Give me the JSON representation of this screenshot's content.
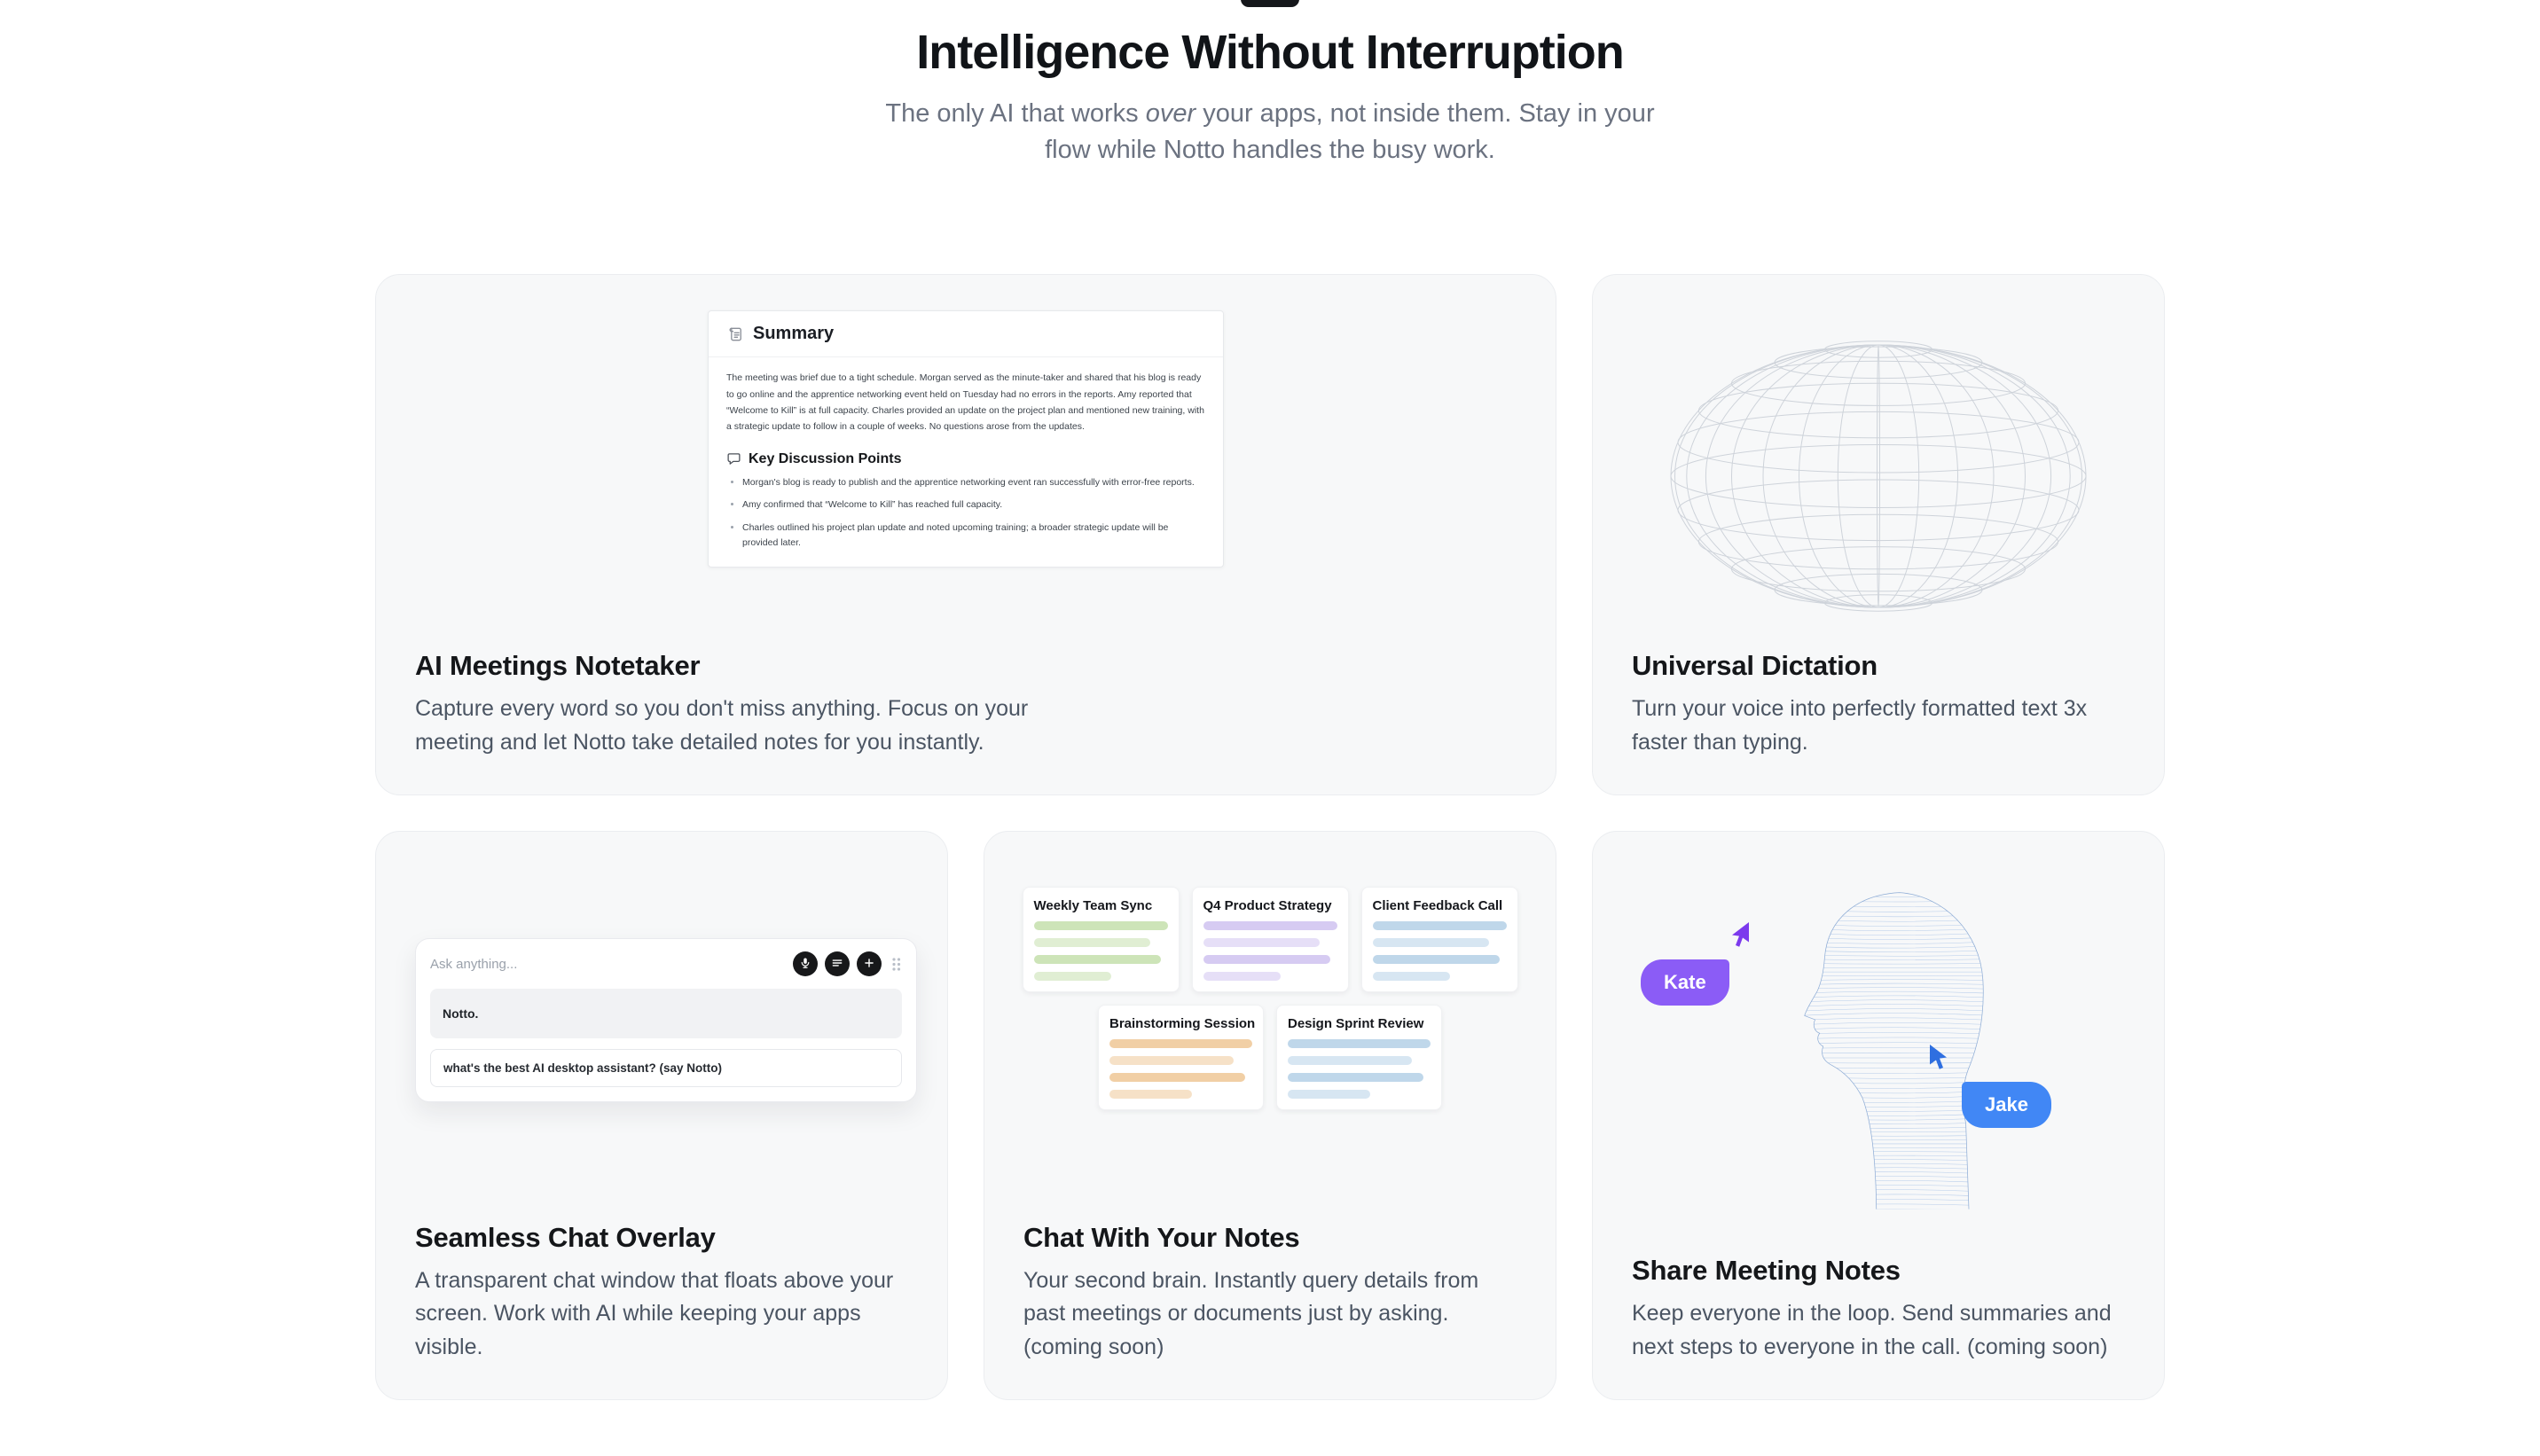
{
  "header": {
    "title": "Intelligence Without Interruption",
    "subtitle_prefix": "The only AI that works ",
    "subtitle_italic": "over",
    "subtitle_suffix": " your apps, not inside them. Stay in your flow while Notto handles the busy work."
  },
  "cards": {
    "notetaker": {
      "title": "AI Meetings Notetaker",
      "description": "Capture every word so you don't miss anything. Focus on your meeting and let Notto take detailed notes for you instantly."
    },
    "dictation": {
      "title": "Universal Dictation",
      "description": "Turn your voice into perfectly formatted text 3x faster than typing."
    },
    "overlay": {
      "title": "Seamless Chat Overlay",
      "description": "A transparent chat window that floats above your screen. Work with AI while keeping your apps visible."
    },
    "chat_notes": {
      "title": "Chat With Your Notes",
      "description": "Your second brain. Instantly query details from past meetings or documents just by asking. (coming soon)"
    },
    "share": {
      "title": "Share Meeting Notes",
      "description": "Keep everyone in the loop. Send summaries and next steps to everyone in the call. (coming soon)"
    }
  },
  "summary_doc": {
    "heading": "Summary",
    "body": "The meeting was brief due to a tight schedule. Morgan served as the minute-taker and shared that his blog is ready to go online and the apprentice networking event held on Tuesday had no errors in the reports. Amy reported that “Welcome to Kill” is at full capacity. Charles provided an update on the project plan and mentioned new training, with a strategic update to follow in a couple of weeks. No questions arose from the updates.",
    "points_heading": "Key Discussion Points",
    "bullets": [
      "Morgan's blog is ready to publish and the apprentice networking event ran successfully with error-free reports.",
      "Amy confirmed that “Welcome to Kill” has reached full capacity.",
      "Charles outlined his project plan update and noted upcoming training; a broader strategic update will be provided later."
    ]
  },
  "chat_overlay": {
    "placeholder": "Ask anything...",
    "assistant_text": "Notto.",
    "user_query": "what's the best AI desktop assistant? (say Notto)"
  },
  "note_cards": [
    {
      "title": "Weekly Team Sync",
      "color_name": "green",
      "color": "#cde4b8"
    },
    {
      "title": "Q4 Product Strategy",
      "color_name": "purple",
      "color": "#d6cbf2"
    },
    {
      "title": "Client Feedback Call",
      "color_name": "blue",
      "color": "#bfd7ea"
    },
    {
      "title": "Brainstorming Session",
      "color_name": "orange",
      "color": "#f1cfa5"
    },
    {
      "title": "Design Sprint Review",
      "color_name": "blue",
      "color": "#bfd7ea"
    }
  ],
  "share_cursors": [
    {
      "name": "Kate",
      "color": "#8b5cf6"
    },
    {
      "name": "Jake",
      "color": "#4187f5"
    }
  ],
  "icons": {
    "summary": "scroll-icon",
    "discussion_points": "speech-bubble-icon",
    "chat_buttons": [
      "mic-icon",
      "list-icon",
      "plus-icon"
    ],
    "grip": "grip-dots-icon",
    "cursors": "pointer-cursor-icon"
  }
}
